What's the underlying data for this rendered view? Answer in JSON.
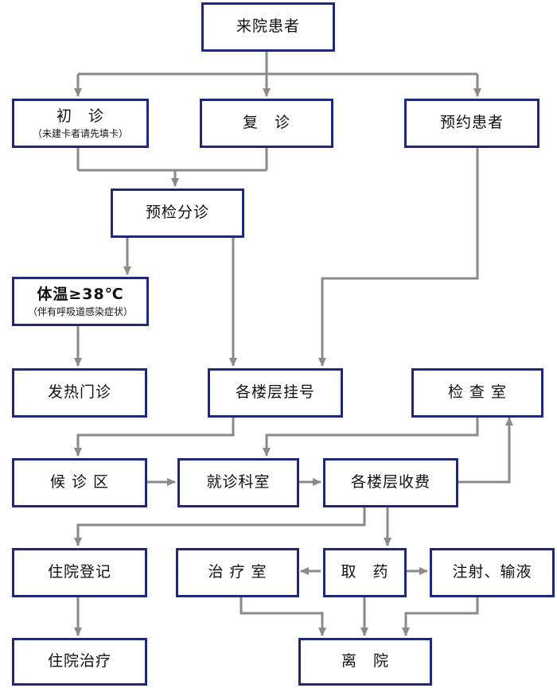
{
  "colors": {
    "box_border": "#1e2a78",
    "arrow": "#8a8a8a",
    "text": "#111111",
    "background": "#ffffff"
  },
  "nodes": {
    "arrive": {
      "label": "来院患者"
    },
    "first_visit": {
      "label": "初　诊",
      "note": "（未建卡者请先填卡）"
    },
    "return_visit": {
      "label": "复　诊"
    },
    "appointment": {
      "label": "预约患者"
    },
    "pretriage": {
      "label": "预检分诊"
    },
    "temperature": {
      "label": "体温≥38℃",
      "note": "（伴有呼吸道感染症状）"
    },
    "fever_clinic": {
      "label": "发热门诊"
    },
    "registration": {
      "label": "各楼层挂号"
    },
    "exam_room": {
      "label": "检 查 室"
    },
    "waiting_area": {
      "label": "候 诊 区"
    },
    "consult_room": {
      "label": "就诊科室"
    },
    "payment": {
      "label": "各楼层收费"
    },
    "admission": {
      "label": "住院登记"
    },
    "treatment_room": {
      "label": "治 疗 室"
    },
    "pharmacy": {
      "label": "取　药"
    },
    "injection": {
      "label": "注射、输液"
    },
    "inpatient": {
      "label": "住院治疗"
    },
    "discharge": {
      "label": "离　院"
    }
  }
}
